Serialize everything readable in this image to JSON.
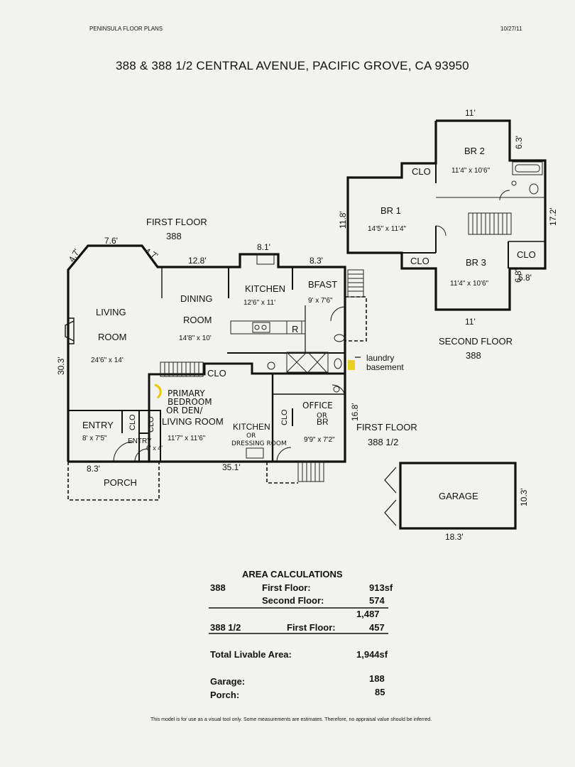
{
  "header": {
    "company": "PENINSULA FLOOR PLANS",
    "date": "10/27/11",
    "address": "388 & 388 1/2 CENTRAL AVENUE, PACIFIC GROVE, CA  93950"
  },
  "floor_388_first": {
    "heading": "FIRST FLOOR",
    "unit": "388",
    "dimensions": [
      "4.7'",
      "7.6'",
      "4.7'",
      "12.8'",
      "8.1'",
      "8.3'",
      "30.3'"
    ],
    "rooms": {
      "living": [
        "LIVING",
        "ROOM",
        "24'6\" x 14'"
      ],
      "dining": [
        "DINING",
        "ROOM",
        "14'8\" x 10'"
      ],
      "kitchen": [
        "KITCHEN",
        "12'6\" x 11'"
      ],
      "bfast": [
        "BFAST",
        "9' x 7'6\""
      ],
      "entry": [
        "ENTRY",
        "8' x 7'5\""
      ],
      "clo": "CLO",
      "range": "R"
    }
  },
  "floor_388_second": {
    "heading": "SECOND FLOOR",
    "unit": "388",
    "dimensions": [
      "11'",
      "6.3'",
      "11.8'",
      "17.2'",
      "5.8'",
      "6.8'",
      "11'"
    ],
    "rooms": {
      "br2": [
        "BR 2",
        "11'4\" x 10'6\""
      ],
      "br1": [
        "BR 1",
        "14'5\" x 11'4\""
      ],
      "br3": [
        "BR 3",
        "11'4\" x 10'6\""
      ],
      "clo": "CLO"
    }
  },
  "floor_388half_first": {
    "heading": "FIRST FLOOR",
    "unit": "388 1/2",
    "dimensions": [
      "16.8'",
      "35.1'",
      "8.3'"
    ],
    "rooms": {
      "primary": [
        "PRIMARY",
        "BEDROOM",
        "OR DEN/",
        "LIVING ROOM",
        "11'7\" x 11'6\""
      ],
      "kitchen": [
        "KITCHEN",
        "OR",
        "DRESSING ROOM"
      ],
      "office": [
        "OFFICE",
        "OR",
        "BR",
        "9'9\" x 7'2\""
      ],
      "entry": [
        "ENTRY",
        "6' x 4'"
      ],
      "clo": "CLO"
    }
  },
  "annotations": {
    "laundry": "laundry",
    "basement": "basement"
  },
  "porch": {
    "label": "PORCH"
  },
  "garage": {
    "label": "GARAGE",
    "width": "18.3'",
    "depth": "10.3'"
  },
  "area_calculations": {
    "title": "AREA CALCULATIONS",
    "rows": [
      {
        "unit": "388",
        "label": "First Floor:",
        "value": "913sf"
      },
      {
        "unit": "",
        "label": "Second Floor:",
        "value": "574"
      },
      {
        "unit": "",
        "label": "",
        "value": "1,487"
      },
      {
        "unit": "388 1/2",
        "label": "First Floor:",
        "value": "457"
      }
    ],
    "total_label": "Total  Livable  Area:",
    "total_value": "1,944sf",
    "garage_label": "Garage:",
    "garage_value": "188",
    "porch_label": "Porch:",
    "porch_value": "85"
  },
  "disclaimer": "This model is for use as a visual tool only.  Some measurements are estimates.  Therefore, no appraisal value should be inferred."
}
